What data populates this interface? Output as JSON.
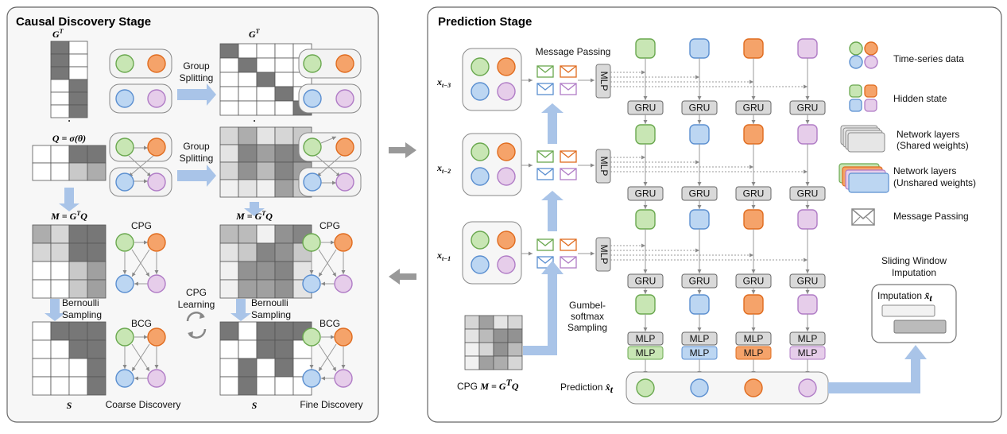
{
  "left_panel": {
    "title": "Causal Discovery Stage",
    "gt_label": "G^T",
    "q_label": "Q = σ(θ)",
    "m_label": "M = G^T Q",
    "s_label": "S",
    "group_splitting": [
      "Group",
      "Splitting"
    ],
    "cpg": "CPG",
    "bcg": "BCG",
    "bernoulli": [
      "Bernoulli",
      "Sampling"
    ],
    "cpg_learning": [
      "CPG",
      "Learning"
    ],
    "coarse_discovery": "Coarse Discovery",
    "fine_discovery": "Fine Discovery",
    "matrices": {
      "gt": [
        [
          1,
          0
        ],
        [
          1,
          0
        ],
        [
          1,
          0
        ],
        [
          0,
          1
        ],
        [
          0,
          1
        ],
        [
          0,
          1
        ]
      ],
      "q": [
        [
          0,
          0,
          1,
          1
        ],
        [
          0,
          0,
          0.4,
          0.6
        ]
      ],
      "m": [
        [
          0.6,
          0.3,
          1,
          1
        ],
        [
          0.3,
          0.3,
          1,
          1
        ],
        [
          0,
          0,
          0.4,
          0.7
        ],
        [
          0,
          0,
          0.4,
          0.7
        ]
      ],
      "s_coarse": [
        [
          0,
          1,
          1,
          1
        ],
        [
          0,
          0,
          1,
          1
        ],
        [
          0,
          0,
          0,
          1
        ],
        [
          0,
          0,
          0,
          1
        ]
      ],
      "gt_fine": [
        [
          1,
          0,
          0,
          0,
          0
        ],
        [
          0,
          1,
          0,
          0,
          0
        ],
        [
          0,
          0,
          1,
          0,
          0
        ],
        [
          0,
          0,
          0,
          1,
          0
        ],
        [
          0,
          0,
          0,
          0,
          1
        ]
      ],
      "q_fine": [
        [
          0.3,
          0.6,
          0.2,
          0.3,
          0.4
        ],
        [
          0.2,
          0.9,
          0.7,
          0.9,
          0.9
        ],
        [
          0.3,
          0.8,
          0.5,
          0.9,
          0.7
        ],
        [
          0.1,
          0.2,
          0.1,
          0.7,
          0.4
        ]
      ],
      "m_fine": [
        [
          0.5,
          0.5,
          0.1,
          0.8,
          0.9
        ],
        [
          0.2,
          0.4,
          0.9,
          0.8,
          0.4
        ],
        [
          0.1,
          0.8,
          0.8,
          0.9,
          0.2
        ],
        [
          0.1,
          0.7,
          0.7,
          0.8,
          0.2
        ]
      ],
      "s_fine": [
        [
          1,
          0,
          1,
          1,
          1
        ],
        [
          0,
          0,
          1,
          1,
          0
        ],
        [
          0,
          1,
          0,
          1,
          0
        ],
        [
          0,
          1,
          0,
          0,
          0
        ]
      ]
    }
  },
  "right_panel": {
    "title": "Prediction Stage",
    "message_passing": "Message Passing",
    "x_labels": [
      "x_{t−3}",
      "x_{t−2}",
      "x_{t−1}"
    ],
    "mlp": "MLP",
    "gru": "GRU",
    "gumbel": [
      "Gumbel-",
      "softmax",
      "Sampling"
    ],
    "cpg_formula": "CPG M = G^T Q",
    "prediction": "Prediction x̂_t",
    "sliding": [
      "Sliding Window",
      "Imputation"
    ],
    "imputation": "Imputation x̃_t",
    "legend": [
      {
        "key": "ts",
        "label": "Time-series data"
      },
      {
        "key": "hidden",
        "label": "Hidden state"
      },
      {
        "key": "shared",
        "label": "Network layers\n(Shared weights)"
      },
      {
        "key": "unshared",
        "label": "Network layers\n(Unshared weights)"
      },
      {
        "key": "msg",
        "label": "Message Passing"
      }
    ],
    "cpg_matrix": [
      [
        0.3,
        0.7,
        0.2,
        0.3
      ],
      [
        0.2,
        0.5,
        0.8,
        0.8
      ],
      [
        0.1,
        0.3,
        0.8,
        0.5
      ],
      [
        0.1,
        0.7,
        0.6,
        0.3
      ]
    ]
  },
  "colors": {
    "green_fill": "#c8e6b4",
    "green_stroke": "#6aa84f",
    "orange_fill": "#f5a36a",
    "orange_stroke": "#e06c1f",
    "blue_fill": "#bcd6f2",
    "blue_stroke": "#5b8fd0",
    "purple_fill": "#e6cdea",
    "purple_stroke": "#b07cc6",
    "arrow": "#a9c4e8",
    "dark_cell": "#777777"
  }
}
